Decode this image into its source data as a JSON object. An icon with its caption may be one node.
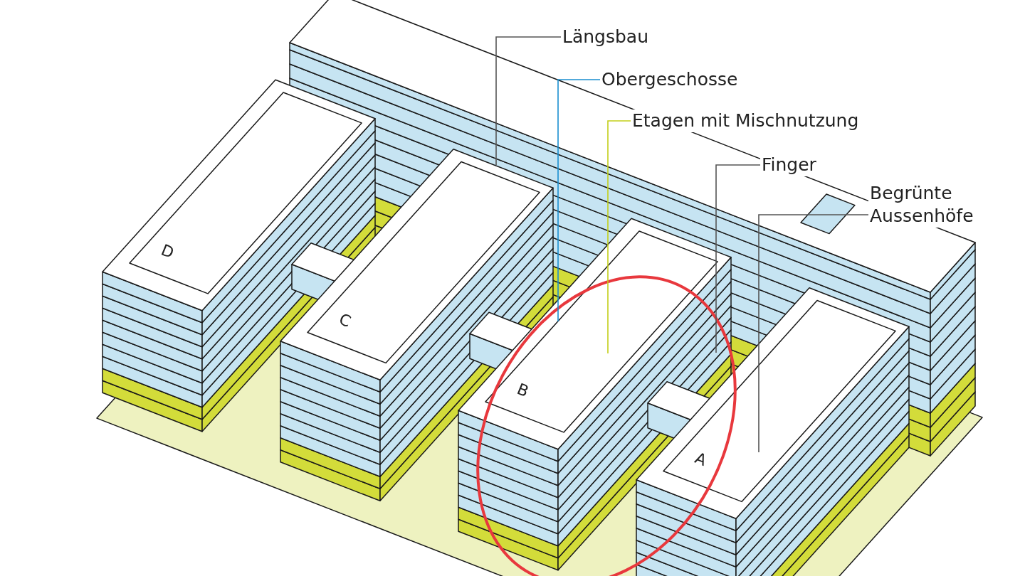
{
  "diagram": {
    "nodes": [
      {
        "text": [
          "Längsbau"
        ]
      },
      {
        "text": [
          "Obergeschosse"
        ]
      },
      {
        "text": [
          "Etagen mit Mischnutzung"
        ]
      },
      {
        "text": [
          "Finger"
        ]
      },
      {
        "text": [
          "Begrünte Aussenhöfe"
        ]
      }
    ],
    "edges": [
      {
        "from": 0,
        "to": null,
        "arrow": "none"
      },
      {
        "from": 1,
        "to": null,
        "arrow": "none",
        "color": "#1a8fd0"
      },
      {
        "from": 2,
        "to": null,
        "arrow": "none",
        "color": "#c3cf1a"
      },
      {
        "from": 3,
        "to": null,
        "arrow": "none"
      },
      {
        "from": 4,
        "to": null,
        "arrow": "none"
      }
    ],
    "labels": [
      "D",
      "C",
      "B",
      "A"
    ]
  }
}
